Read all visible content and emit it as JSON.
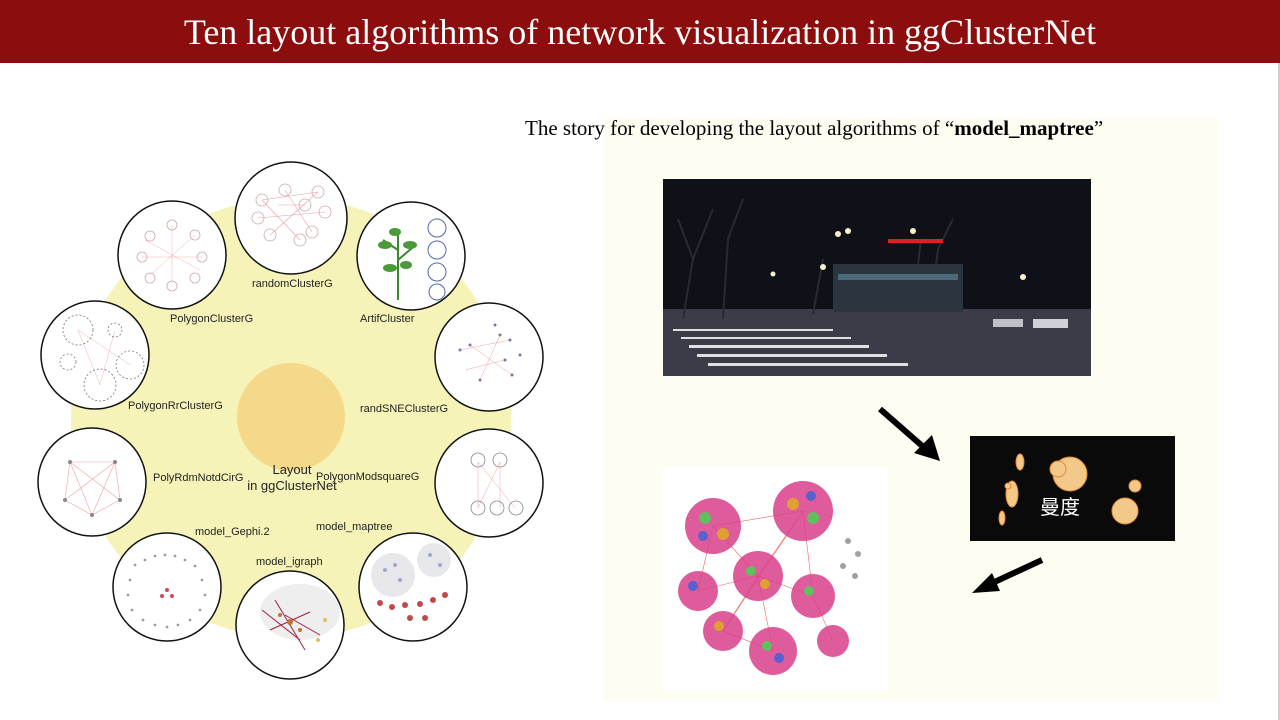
{
  "header": {
    "title": "Ten layout algorithms of network visualization in ggClusterNet"
  },
  "diagram": {
    "center_line1": "Layout",
    "center_line2": "in ggClusterNet",
    "labels": {
      "randomClusterG": "randomClusterG",
      "ArtifCluster": "ArtifCluster",
      "PolygonClusterG": "PolygonClusterG",
      "PolygonRrClusterG": "PolygonRrClusterG",
      "randSNEClusterG": "randSNEClusterG",
      "PolyRdmNotdCirG": "PolyRdmNotdCirG",
      "PolygonModsquareG": "PolygonModsquareG",
      "model_Gephi2": "model_Gephi.2",
      "model_maptree": "model_maptree",
      "model_igraph": "model_igraph"
    }
  },
  "story": {
    "text_prefix": "The story for developing the layout algorithms of “",
    "text_bold": "model_maptree",
    "text_suffix": "”",
    "photo2_chars": "曼度"
  },
  "colors": {
    "title_bg": "#8b0d0d",
    "wheel_fill": "#f5f3b8",
    "center_fill": "#f5d98a"
  }
}
